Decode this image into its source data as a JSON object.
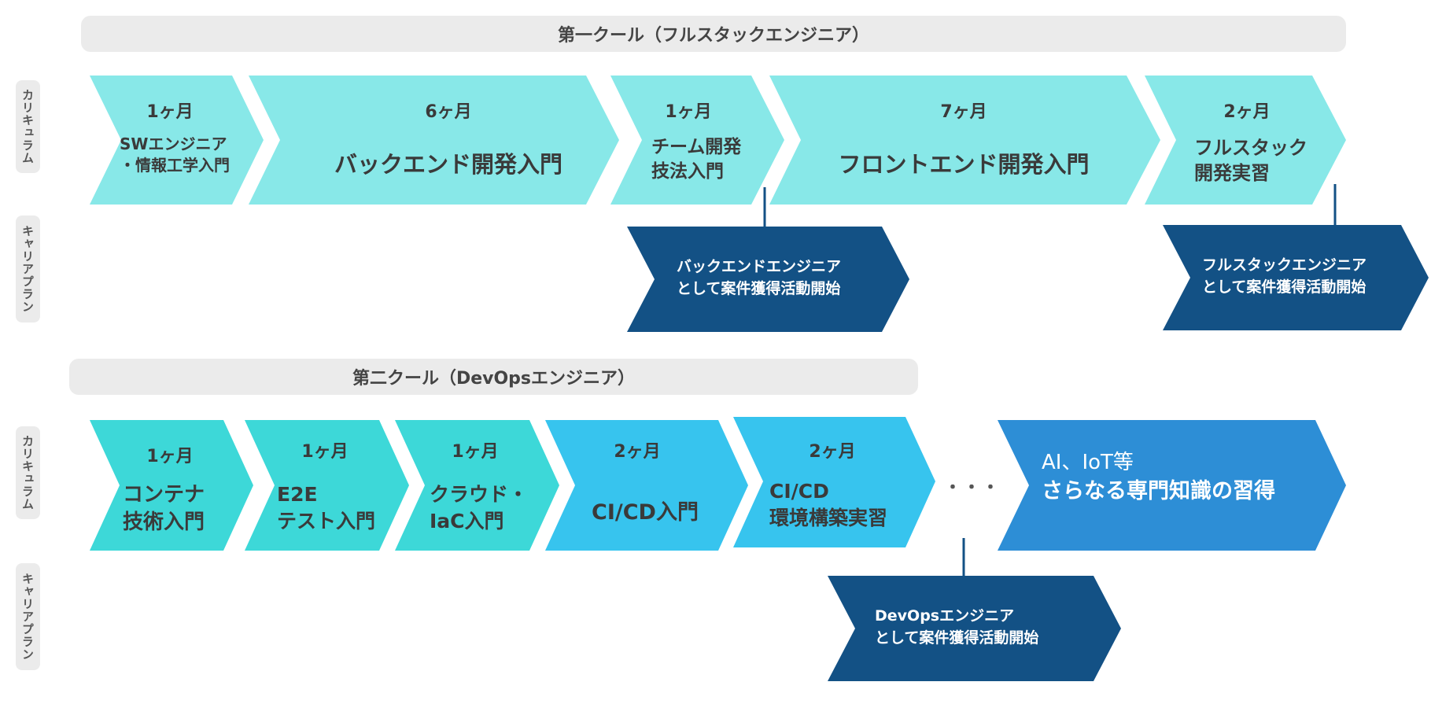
{
  "colors": {
    "light_cyan": "#88e8e8",
    "teal": "#3dd8d8",
    "sky": "#37c4ee",
    "blue": "#2d8ed6",
    "navy": "#135185",
    "label_bg": "#ebebeb"
  },
  "side_labels": {
    "curriculum": "カリキュラム",
    "career": "キャリアプラン"
  },
  "cohort1": {
    "title": "第一クール（フルスタックエンジニア）",
    "steps": [
      {
        "duration": "1ヶ月",
        "line1": "SWエンジニア",
        "line2": "・情報工学入門"
      },
      {
        "duration": "6ヶ月",
        "line1": "バックエンド開発入門"
      },
      {
        "duration": "1ヶ月",
        "line1": "チーム開発",
        "line2": "技法入門"
      },
      {
        "duration": "7ヶ月",
        "line1": "フロントエンド開発入門"
      },
      {
        "duration": "2ヶ月",
        "line1": "フルスタック",
        "line2": "開発実習"
      }
    ],
    "careers": [
      {
        "line1": "バックエンドエンジニア",
        "line2": "として案件獲得活動開始"
      },
      {
        "line1": "フルスタックエンジニア",
        "line2": "として案件獲得活動開始"
      }
    ]
  },
  "cohort2": {
    "title": "第二クール（DevOpsエンジニア）",
    "steps": [
      {
        "duration": "1ヶ月",
        "line1": "コンテナ",
        "line2": "技術入門"
      },
      {
        "duration": "1ヶ月",
        "line1": "E2E",
        "line2": "テスト入門"
      },
      {
        "duration": "1ヶ月",
        "line1": "クラウド・",
        "line2": "IaC入門"
      },
      {
        "duration": "2ヶ月",
        "line1": "CI/CD入門"
      },
      {
        "duration": "2ヶ月",
        "line1": "CI/CD",
        "line2": "環境構築実習"
      }
    ],
    "ellipsis": "・・・",
    "advanced": {
      "line1": "AI、IoT等",
      "line2": "さらなる専門知識の習得"
    },
    "careers": [
      {
        "line1": "DevOpsエンジニア",
        "line2": "として案件獲得活動開始"
      }
    ]
  }
}
